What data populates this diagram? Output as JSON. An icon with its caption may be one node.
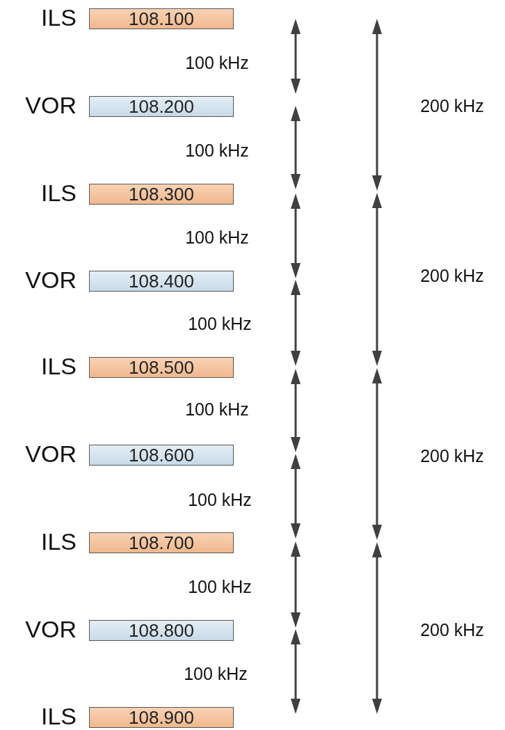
{
  "diagram": {
    "nodes": [
      {
        "text": [
          "108.100"
        ],
        "beside": [
          "ILS"
        ]
      },
      {
        "text": [
          "108.200"
        ],
        "beside": [
          "VOR"
        ]
      },
      {
        "text": [
          "108.300"
        ],
        "beside": [
          "ILS"
        ]
      },
      {
        "text": [
          "108.400"
        ],
        "beside": [
          "VOR"
        ]
      },
      {
        "text": [
          "108.500"
        ],
        "beside": [
          "ILS"
        ]
      },
      {
        "text": [
          "108.600"
        ],
        "beside": [
          "VOR"
        ]
      },
      {
        "text": [
          "108.700"
        ],
        "beside": [
          "ILS"
        ]
      },
      {
        "text": [
          "108.800"
        ],
        "beside": [
          "VOR"
        ]
      },
      {
        "text": [
          "108.900"
        ],
        "beside": [
          "ILS"
        ]
      }
    ],
    "edges": [],
    "labels": [
      "100 kHz",
      "200 kHz",
      "100 kHz",
      "100 kHz",
      "200 kHz",
      "100 kHz",
      "100 kHz",
      "200 kHz",
      "100 kHz",
      "100 kHz",
      "200 kHz",
      "100 kHz"
    ]
  }
}
